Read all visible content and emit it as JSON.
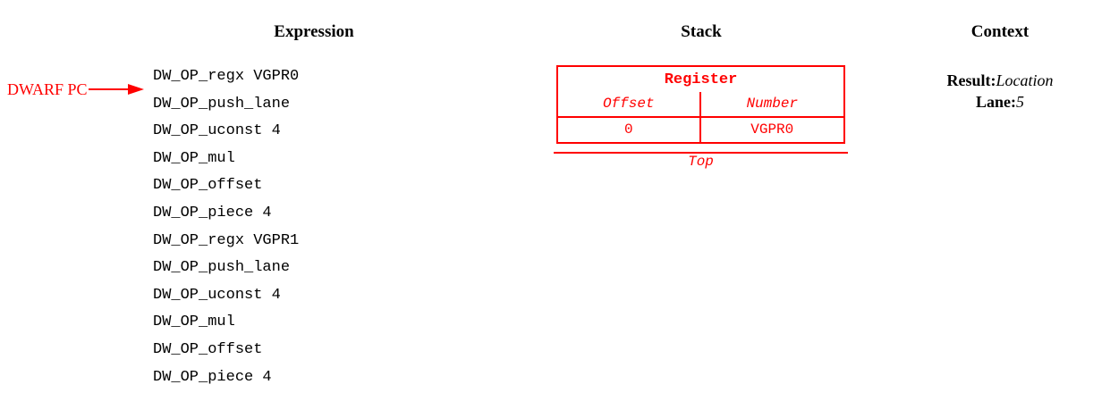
{
  "columns": {
    "expression_heading": "Expression",
    "stack_heading": "Stack",
    "context_heading": "Context"
  },
  "pointer": {
    "label": "DWARF PC",
    "icon": "arrow-right-icon",
    "color": "#ff0000",
    "points_to_line_index": 1
  },
  "expression": {
    "lines": [
      "DW_OP_regx VGPR0",
      "DW_OP_push_lane",
      "DW_OP_uconst 4",
      "DW_OP_mul",
      "DW_OP_offset",
      "DW_OP_piece 4",
      "DW_OP_regx VGPR1",
      "DW_OP_push_lane",
      "DW_OP_uconst 4",
      "DW_OP_mul",
      "DW_OP_offset",
      "DW_OP_piece 4"
    ]
  },
  "stack": {
    "color": "#ff0000",
    "entry_title": "Register",
    "field_headers": [
      "Offset",
      "Number"
    ],
    "values": [
      "0",
      "VGPR0"
    ],
    "top_label": "Top"
  },
  "context": {
    "rows": [
      {
        "key": "Result:",
        "value": "Location"
      },
      {
        "key": "Lane:",
        "value": "5"
      }
    ]
  }
}
